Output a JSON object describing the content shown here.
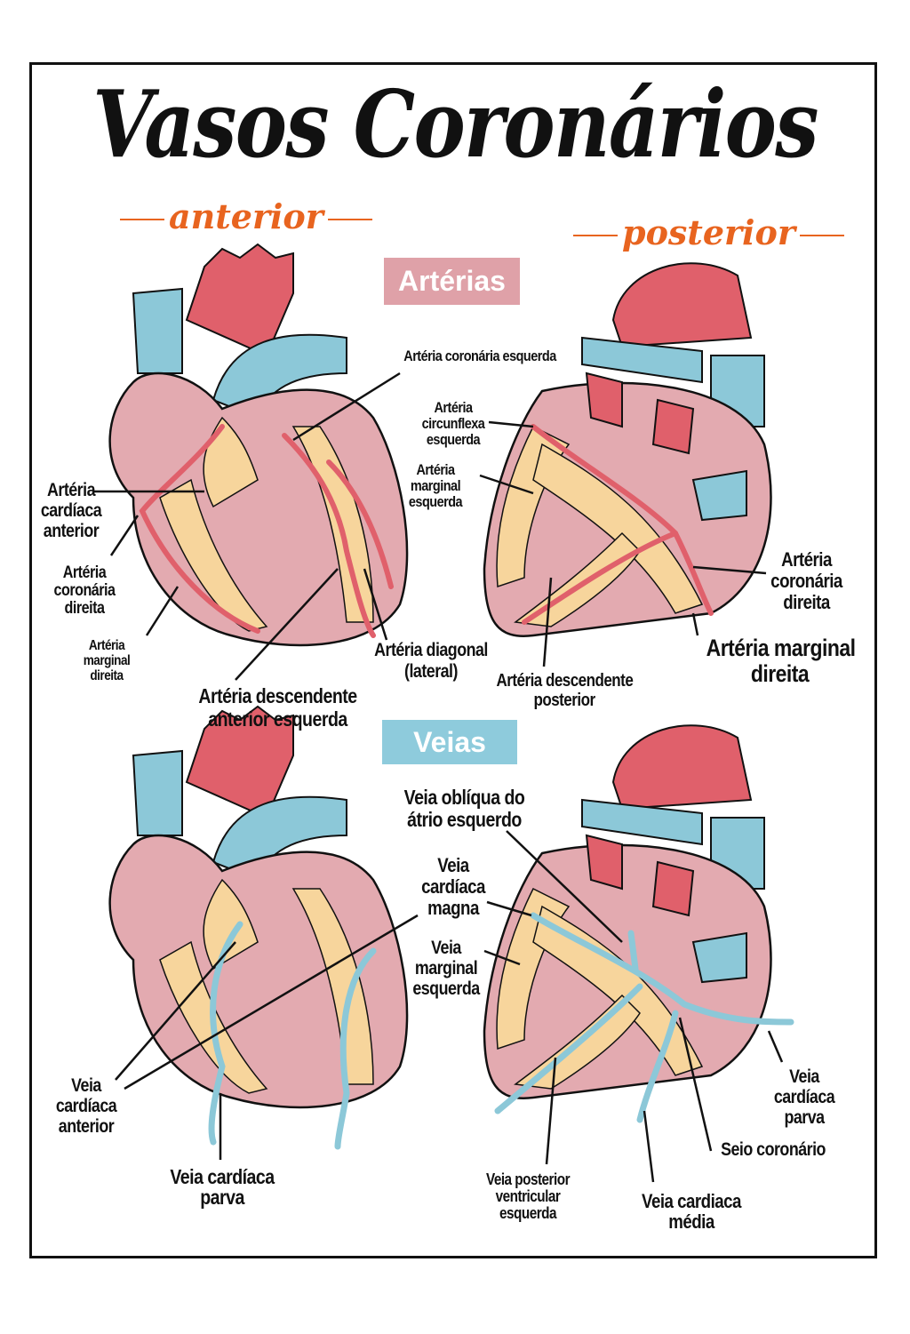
{
  "title": "Vasos Coronários",
  "views": {
    "anterior": "anterior",
    "posterior": "posterior"
  },
  "sections": {
    "arteries": "Artérias",
    "veins": "Veias"
  },
  "colors": {
    "aorta": "#e0606b",
    "vein_blue": "#8cc8d8",
    "heart_pink": "#e3aab0",
    "fat": "#f7d59c",
    "artery_tag": "#dfa1a8",
    "vein_tag": "#8ecbdc",
    "accent": "#e8641f"
  },
  "arteries": {
    "coronaria_esquerda": "Artéria coronária esquerda",
    "circunflexa": [
      "Artéria",
      "circunflexa",
      "esquerda"
    ],
    "marginal_esquerda": [
      "Artéria",
      "marginal",
      "esquerda"
    ],
    "cardiaca_anterior": [
      "Artéria",
      "cardíaca",
      "anterior"
    ],
    "coronaria_direita_ant": [
      "Artéria",
      "coronária",
      "direita"
    ],
    "marginal_direita_ant": [
      "Artéria",
      "marginal",
      "direita"
    ],
    "diagonal": [
      "Artéria diagonal",
      "(lateral)"
    ],
    "descendente_anterior": [
      "Artéria descendente",
      "anterior esquerda"
    ],
    "descendente_posterior": [
      "Artéria descendente",
      "posterior"
    ],
    "coronaria_direita_post": [
      "Artéria",
      "coronária",
      "direita"
    ],
    "marginal_direita_post": [
      "Artéria marginal",
      "direita"
    ]
  },
  "veins": {
    "obliqua": [
      "Veia oblíqua do",
      "átrio esquerdo"
    ],
    "magna": [
      "Veia",
      "cardíaca",
      "magna"
    ],
    "marginal_esquerda": [
      "Veia",
      "marginal",
      "esquerda"
    ],
    "cardiaca_anterior": [
      "Veia",
      "cardíaca",
      "anterior"
    ],
    "parva_ant": [
      "Veia cardíaca",
      "parva"
    ],
    "posterior_ventricular": [
      "Veia posterior",
      "ventricular",
      "esquerda"
    ],
    "media": [
      "Veia cardiaca",
      "média"
    ],
    "seio": "Seio coronário",
    "parva_post": [
      "Veia",
      "cardíaca",
      "parva"
    ]
  }
}
